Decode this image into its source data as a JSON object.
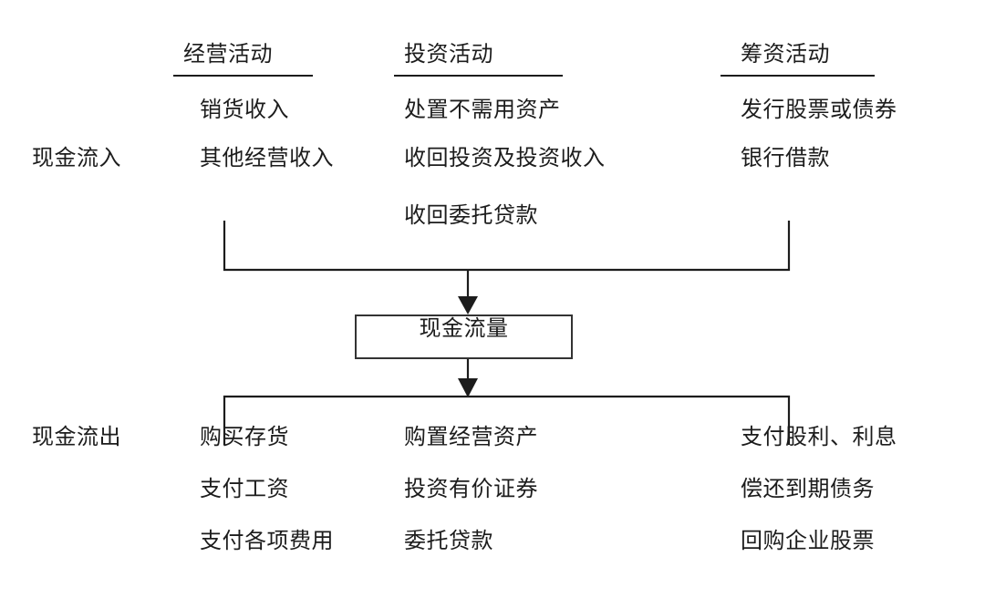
{
  "diagram": {
    "title": "现金流量",
    "columns": [
      {
        "id": "operating",
        "header": "经营活动"
      },
      {
        "id": "investing",
        "header": "投资活动"
      },
      {
        "id": "financing",
        "header": "筹资活动"
      }
    ],
    "rows": [
      {
        "id": "inflow",
        "label": "现金流入"
      },
      {
        "id": "outflow",
        "label": "现金流出"
      }
    ],
    "inflow": {
      "operating": [
        "销货收入",
        "其他经营收入"
      ],
      "investing": [
        "处置不需用资产",
        "收回投资及投资收入",
        "收回委托贷款"
      ],
      "financing": [
        "发行股票或债券",
        "银行借款"
      ]
    },
    "outflow": {
      "operating": [
        "购买存货",
        "支付工资",
        "支付各项费用"
      ],
      "investing": [
        "购置经营资产",
        "投资有价证券",
        "委托贷款"
      ],
      "financing": [
        "支付股利、利息",
        "偿还到期债务",
        "回购企业股票"
      ]
    },
    "center_box": {
      "label": "现金流量"
    },
    "colors": {
      "ink": "#1c1c1c",
      "line": "#333333",
      "background": "#ffffff"
    }
  }
}
